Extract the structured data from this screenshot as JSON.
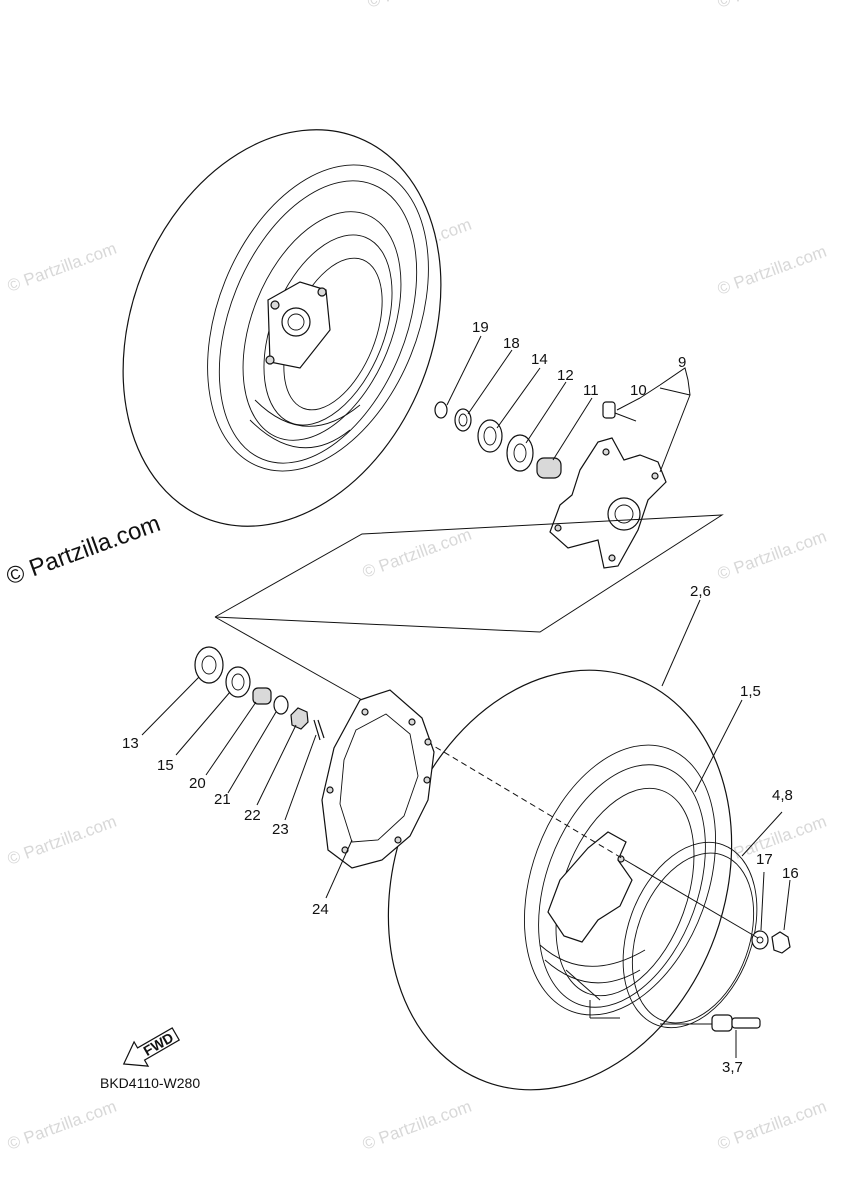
{
  "watermark": {
    "main": "© Partzilla.com",
    "repeat": "© Partzilla.com"
  },
  "diagram_code": "BKD4110-W280",
  "fwd_label": "FWD",
  "callouts": {
    "c19": "19",
    "c18": "18",
    "c14": "14",
    "c12": "12",
    "c11": "11",
    "c10": "10",
    "c9": "9",
    "c2_6": "2,6",
    "c1_5": "1,5",
    "c4_8": "4,8",
    "c17": "17",
    "c16": "16",
    "c3_7": "3,7",
    "c13": "13",
    "c15": "15",
    "c20": "20",
    "c21": "21",
    "c22": "22",
    "c23": "23",
    "c24": "24"
  }
}
